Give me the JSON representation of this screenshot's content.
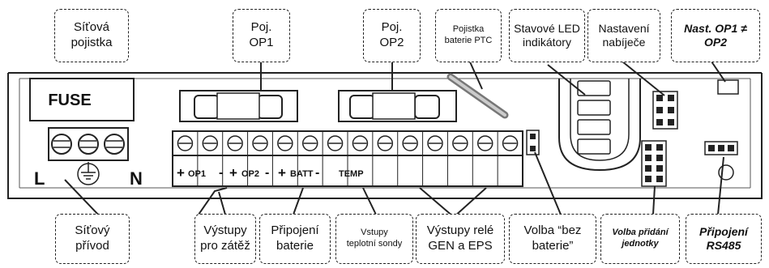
{
  "device": {
    "fuse_label": "FUSE",
    "mains_left_label": "L",
    "mains_right_label": "N",
    "terminal_labels": {
      "op1_plus": "+",
      "op1": "OP1",
      "op1_minus": "-",
      "op2_plus": "+",
      "op2": "OP2",
      "op2_minus": "-",
      "batt_plus": "+",
      "batt": "BATT",
      "batt_minus": "-",
      "temp": "TEMP"
    }
  },
  "callouts": {
    "mains_fuse": "Síťová\npojistka",
    "fuse_op1": "Poj.\nOP1",
    "fuse_op2": "Poj.\nOP2",
    "battery_ptc_fuse": "Pojistka\nbaterie PTC",
    "status_leds": "Stavové LED\nindikátory",
    "charger_settings": "Nastavení\nnabíječe",
    "op1_neq_op2": "Nast. OP1 ≠\nOP2",
    "mains_input": "Síťový\npřívod",
    "load_outputs": "Výstupy\npro zátěž",
    "battery_connection": "Připojení\nbaterie",
    "temp_probe_inputs": "Vstupy\nteplotní sondy",
    "relay_outputs": "Výstupy relé\nGEN a EPS",
    "no_battery_select": "Volba “bez\nbaterie”",
    "add_unit_select": "Volba přidání\njednotky",
    "rs485": "Připojení\nRS485"
  }
}
